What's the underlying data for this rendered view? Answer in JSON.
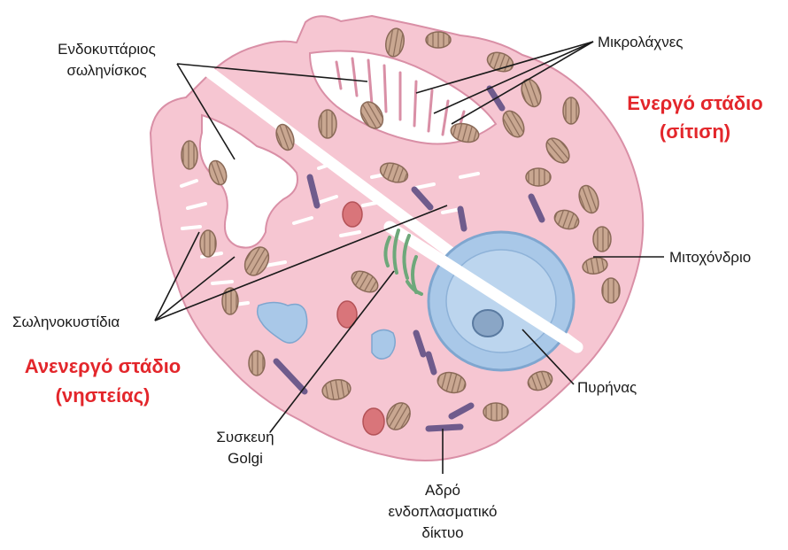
{
  "labels": {
    "endocytic_tube_1": "Ενδοκυττάριος",
    "endocytic_tube_2": "σωληνίσκος",
    "microvilli": "Μικρολάχνες",
    "mitochondrion": "Μιτοχόνδριο",
    "tubulovesicles": "Σωληνοκυστίδια",
    "nucleus": "Πυρήνας",
    "golgi_1": "Συσκευή",
    "golgi_2": "Golgi",
    "rough_er_1": "Αδρό",
    "rough_er_2": "ενδοπλασματικό",
    "rough_er_3": "δίκτυο"
  },
  "titles": {
    "active_1": "Ενεργό στάδιο",
    "active_2": "(σίτιση)",
    "inactive_1": "Ανενεργό στάδιο",
    "inactive_2": "(νηστείας)"
  },
  "colors": {
    "title_red": "#e3262b",
    "cytoplasm": "#f6c6d2",
    "cell_outline": "#d98fa6",
    "mitochondrion": "#c9a791",
    "nucleus": "#a9c8e8",
    "rough_er": "#6f5b8c",
    "golgi": "#6ea87a",
    "lysosome": "#d9757a",
    "leader_line": "#1a1a1a"
  }
}
